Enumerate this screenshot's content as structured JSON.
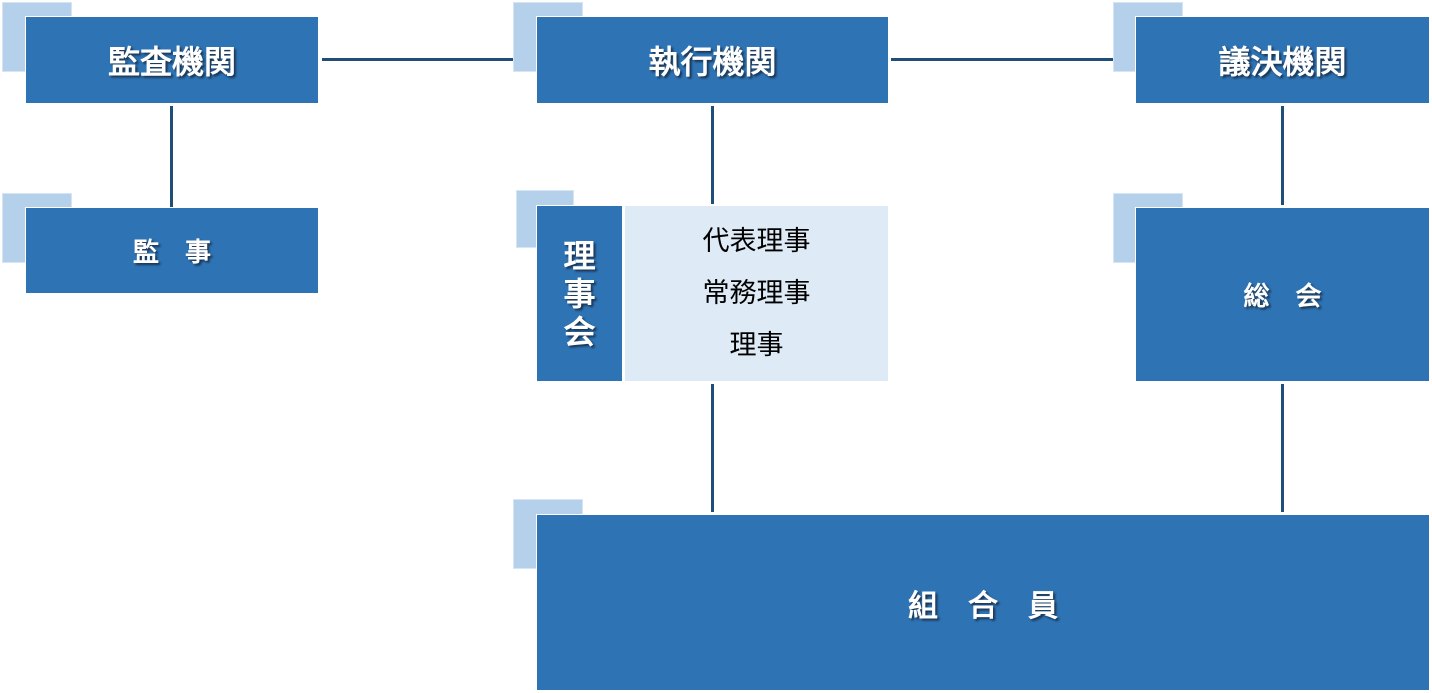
{
  "nodes": {
    "audit_org": "監査機関",
    "exec_org": "執行機関",
    "legis_org": "議決機関",
    "auditor": "監　事",
    "board": [
      "理",
      "事",
      "会"
    ],
    "board_members": [
      "代表理事",
      "常務理事",
      "理事"
    ],
    "general_meeting": "総　会",
    "members": "組　合　員"
  },
  "colors": {
    "box": "#2e74b5",
    "bracket": "#b4d0eb",
    "panel": "#deeaf6",
    "line": "#1f4e79"
  }
}
